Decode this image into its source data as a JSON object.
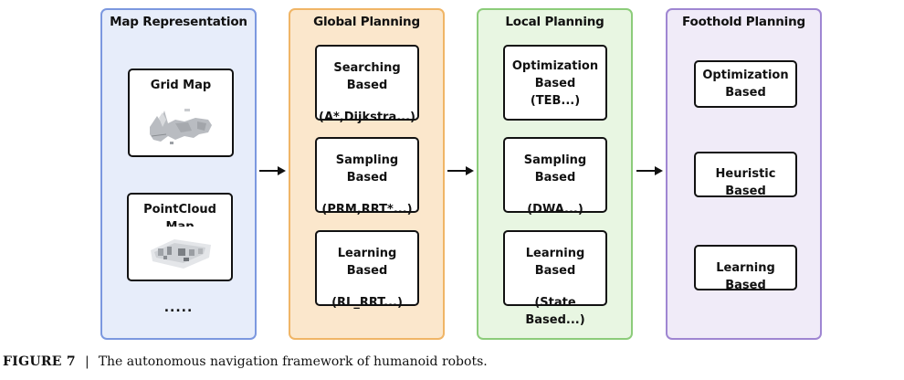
{
  "panels": {
    "map": {
      "title": "Map Representation",
      "grid_label": "Grid Map",
      "pointcloud_label": "PointCloud Map",
      "more": "....."
    },
    "global": {
      "title": "Global Planning",
      "items": [
        {
          "name": "Searching Based",
          "examples": "(A*,Dijkstra...)"
        },
        {
          "name": "Sampling Based",
          "examples": "(PRM,RRT*...)"
        },
        {
          "name": "Learning Based",
          "examples": "(RL_RRT...)"
        }
      ]
    },
    "local": {
      "title": "Local Planning",
      "items": [
        {
          "name_line1": "Optimization",
          "name_line2": "Based",
          "examples": "(TEB...)"
        },
        {
          "name": "Sampling Based",
          "examples": "(DWA...)"
        },
        {
          "name": "Learning Based",
          "examples": "(State Based...)"
        }
      ]
    },
    "foothold": {
      "title": "Foothold Planning",
      "items": [
        {
          "name_line1": "Optimization",
          "name_line2": "Based"
        },
        {
          "name": "Heuristic Based"
        },
        {
          "name": "Learning Based"
        }
      ]
    }
  },
  "caption": {
    "label": "FIGURE 7",
    "separator": "|",
    "text": "The autonomous navigation framework of humanoid robots."
  },
  "colors": {
    "map_fill": "#e7edfa",
    "map_border": "#7c98df",
    "global_fill": "#fbe7cc",
    "global_border": "#f0b566",
    "local_fill": "#e8f6e2",
    "local_border": "#8ccc7a",
    "foothold_fill": "#f0ebf8",
    "foothold_border": "#9f86d2"
  }
}
